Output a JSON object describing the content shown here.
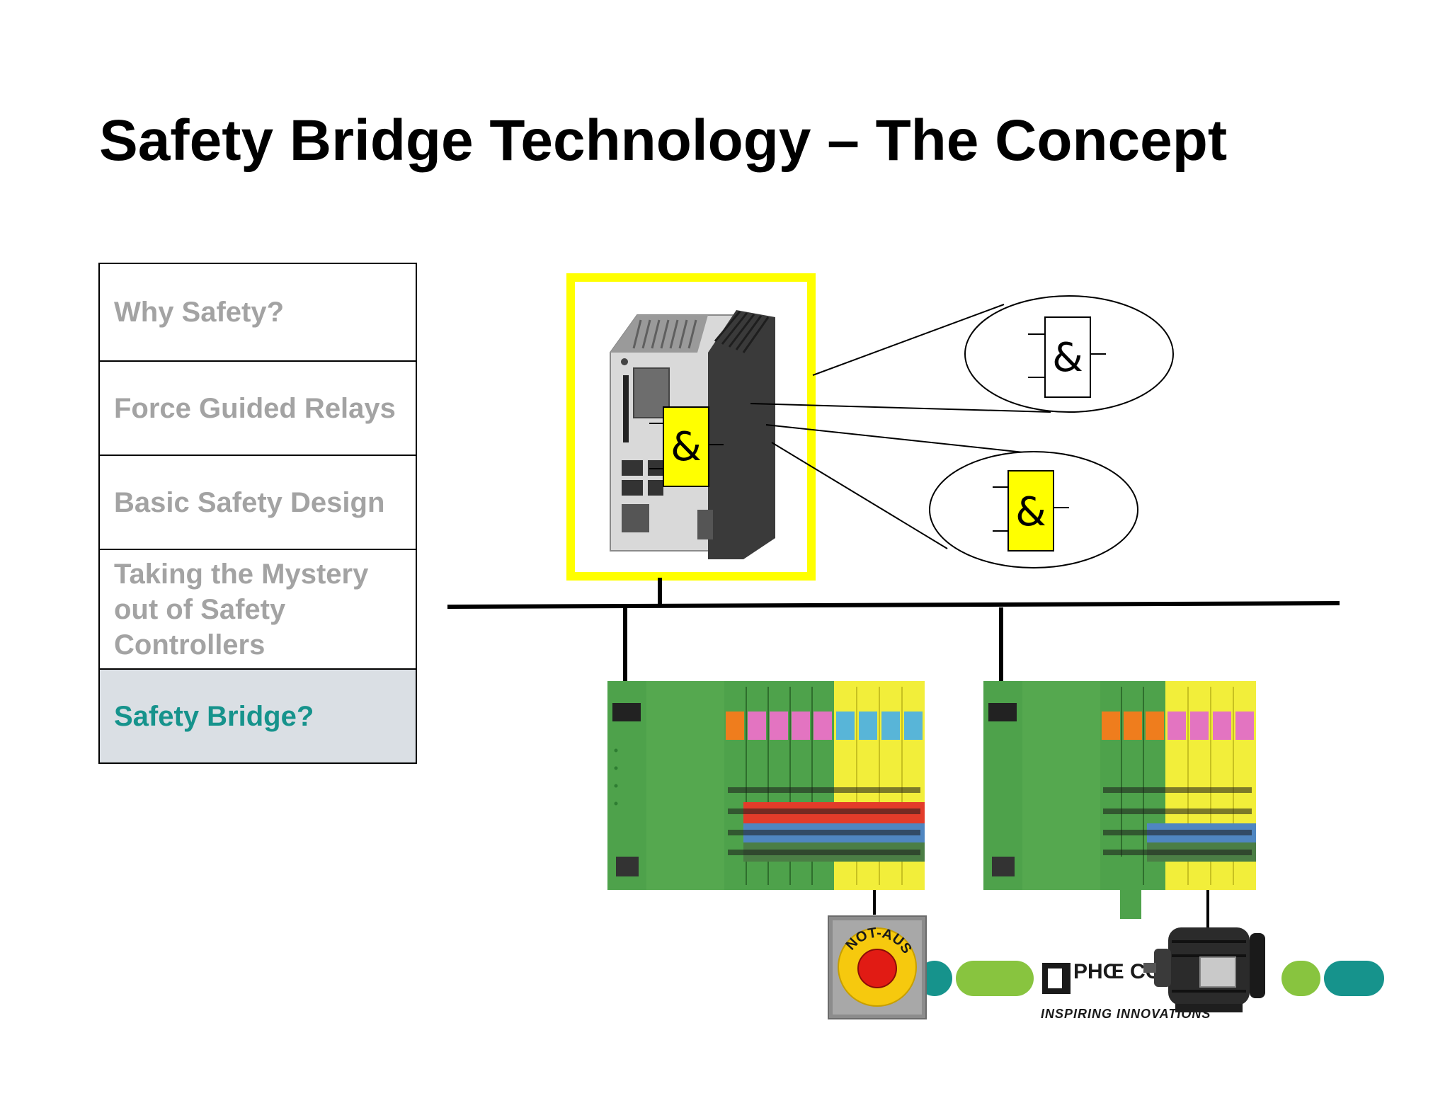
{
  "slide": {
    "title": "Safety Bridge Technology – The Concept"
  },
  "nav": {
    "items": [
      {
        "label": "Why Safety?",
        "active": false
      },
      {
        "label": "Force Guided Relays",
        "active": false
      },
      {
        "label": "Basic Safety Design",
        "active": false
      },
      {
        "label": "Taking the Mystery out of Safety Controllers",
        "active": false
      },
      {
        "label": "Safety Bridge?",
        "active": true
      }
    ]
  },
  "diagram": {
    "gate_symbol": "&",
    "estop_label": "NOT-AUS",
    "brand_mark": "PHŒ CONT",
    "tagline": "INSPIRING INNOVATIONS",
    "colors": {
      "highlight": "#ffff00",
      "module_green": "#4ea24b",
      "module_yellow": "#f2ee3a",
      "accent_teal": "#16938c",
      "accent_green": "#88c43f"
    }
  }
}
